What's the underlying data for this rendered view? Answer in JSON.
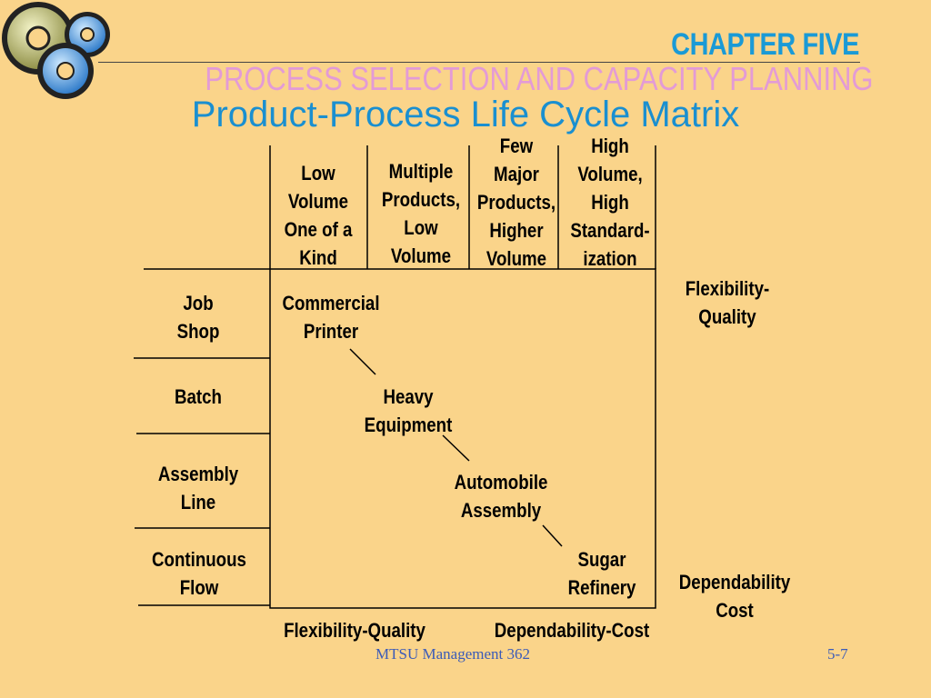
{
  "header": {
    "chapter": "CHAPTER FIVE",
    "subtitle": "PROCESS SELECTION AND CAPACITY PLANNING",
    "title": "Product-Process Life Cycle Matrix"
  },
  "columns": [
    {
      "label": "Low Volume One of a Kind",
      "lines": [
        "Low",
        "Volume",
        "One of a",
        "Kind"
      ]
    },
    {
      "label": "Multiple Products, Low Volume",
      "lines": [
        "Multiple",
        "Products,",
        "Low",
        "Volume"
      ]
    },
    {
      "label": "Few Major Products, Higher Volume",
      "lines": [
        "Few",
        "Major",
        "Products,",
        "Higher",
        "Volume"
      ]
    },
    {
      "label": "High Volume, High Standardization",
      "lines": [
        "High",
        "Volume,",
        "High",
        "Standard-",
        "ization"
      ]
    }
  ],
  "rows": [
    {
      "lines": [
        "Job",
        "Shop"
      ]
    },
    {
      "lines": [
        "Batch"
      ]
    },
    {
      "lines": [
        "Assembly",
        "Line"
      ]
    },
    {
      "lines": [
        "Continuous",
        "Flow"
      ]
    }
  ],
  "diagonal": [
    {
      "lines": [
        "Commercial",
        "Printer"
      ]
    },
    {
      "lines": [
        "Heavy",
        "Equipment"
      ]
    },
    {
      "lines": [
        "Automobile",
        "Assembly"
      ]
    },
    {
      "lines": [
        "Sugar",
        "Refinery"
      ]
    }
  ],
  "right_labels": {
    "top": {
      "lines": [
        "Flexibility-",
        "Quality"
      ]
    },
    "bottom": {
      "lines": [
        "Dependability",
        "Cost"
      ]
    }
  },
  "bottom_labels": {
    "left": "Flexibility-Quality",
    "right": "Dependability-Cost"
  },
  "footer": {
    "course": "MTSU Management 362",
    "page": "5-7"
  },
  "colors": {
    "background": "#fad48a",
    "chapter": "#1a9ad6",
    "subtitle": "#e39bd6",
    "title": "#1a8fd0",
    "footer": "#3b5bb8"
  }
}
